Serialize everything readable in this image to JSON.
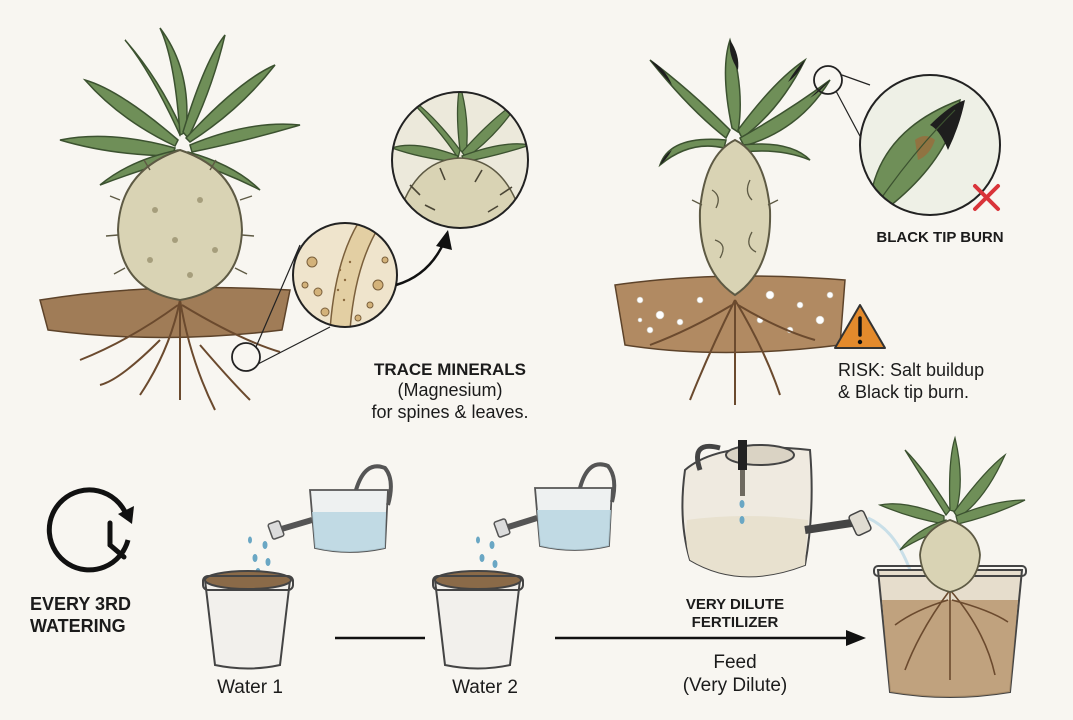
{
  "minerals": {
    "title": "TRACE MINERALS",
    "sub": "(Magnesium)",
    "desc": "for spines & leaves."
  },
  "burn": {
    "title": "BLACK TIP BURN",
    "risk_line1": "RISK: Salt buildup",
    "risk_line2": "& Black tip burn."
  },
  "schedule": {
    "line1": "EVERY 3RD",
    "line2": "WATERING"
  },
  "steps": {
    "water1": "Water 1",
    "water2": "Water 2",
    "fert_line1": "VERY DILUTE",
    "fert_line2": "FERTILIZER",
    "feed": "Feed",
    "feed_sub": "(Very Dilute)"
  },
  "colors": {
    "leaf": "#6f8f58",
    "trunk": "#d9d3b4",
    "soil": "#a07c57",
    "water": "#b9d6e2",
    "warning": "#e38a2c",
    "cross": "#d9343a"
  }
}
